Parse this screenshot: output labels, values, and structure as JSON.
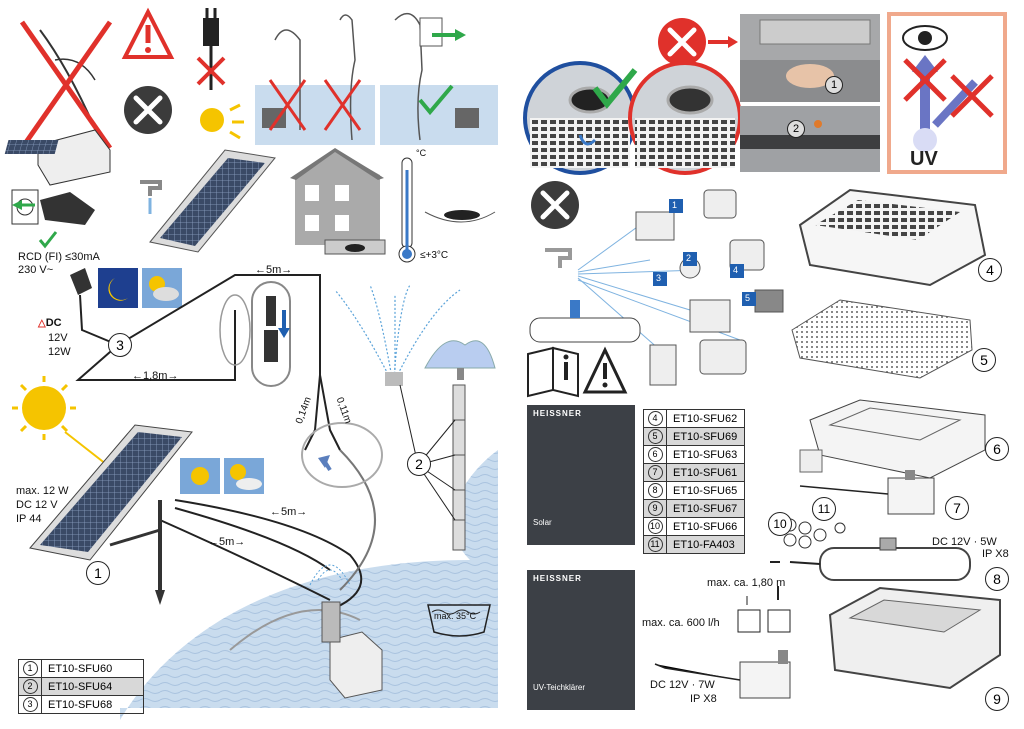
{
  "left_panel": {
    "rcd_label": "RCD (FI) ≤30mA",
    "voltage_label": "230 V~",
    "dc_label": "DC",
    "dc_voltage": "12V",
    "dc_power": "12W",
    "cable_5m_top": "5m",
    "cable_1_8m": "1,8m",
    "cable_0_14m": "0,14m",
    "cable_0_11m": "0,11m",
    "cable_5m_mid": "5m",
    "cable_5m_low": "5m",
    "temp_unit": "°C",
    "temp_min": "+3°C",
    "panel_spec_1": "max. 12 W",
    "panel_spec_2": "DC 12 V",
    "panel_spec_3": "IP 44",
    "water_temp": "max. 35°C",
    "callouts": [
      "1",
      "2",
      "3"
    ],
    "parts": [
      {
        "num": "1",
        "code": "ET10-SFU60"
      },
      {
        "num": "2",
        "code": "ET10-SFU64"
      },
      {
        "num": "3",
        "code": "ET10-SFU68"
      }
    ]
  },
  "right_panel": {
    "steps": [
      "1",
      "2"
    ],
    "uv_label": "UV",
    "part_numbers": [
      "1",
      "2",
      "3",
      "4",
      "5"
    ],
    "brand": "HEISSNER",
    "manual_1_title": "Solar",
    "manual_2_title": "UV-Teichklärer",
    "parts": [
      {
        "num": "4",
        "code": "ET10-SFU62"
      },
      {
        "num": "5",
        "code": "ET10-SFU69"
      },
      {
        "num": "6",
        "code": "ET10-SFU63"
      },
      {
        "num": "7",
        "code": "ET10-SFU61"
      },
      {
        "num": "8",
        "code": "ET10-SFU65"
      },
      {
        "num": "9",
        "code": "ET10-SFU67"
      },
      {
        "num": "10",
        "code": "ET10-SFU66"
      },
      {
        "num": "11",
        "code": "ET10-FA403"
      }
    ],
    "callouts": [
      "4",
      "5",
      "6",
      "7",
      "8",
      "9",
      "10",
      "11"
    ],
    "uv_spec": "DC 12V · 5W",
    "uv_ip": "IP X8",
    "max_height": "max. ca. 1,80 m",
    "max_flow": "max. ca. 600 l/h",
    "pump_spec": "DC 12V · 7W",
    "pump_ip": "IP X8"
  },
  "colors": {
    "red": "#e0312b",
    "green": "#2fa84a",
    "blue": "#1f5fb0",
    "water": "#c9dcee",
    "sun": "#f5c400"
  }
}
